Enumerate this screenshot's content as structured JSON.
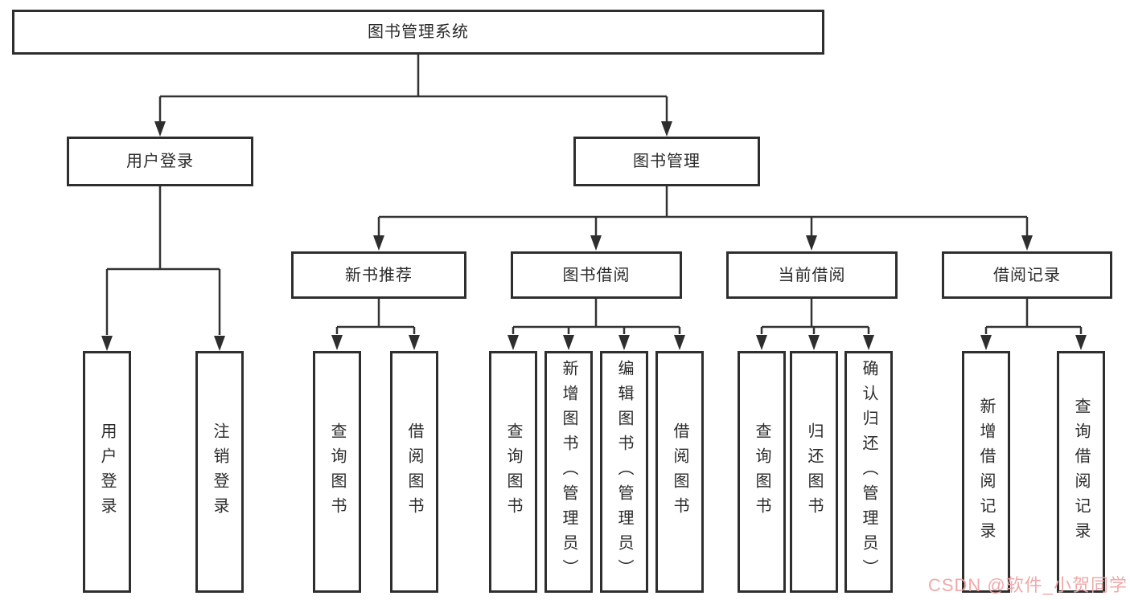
{
  "diagram": {
    "title": "图书管理系统",
    "nodes": {
      "root": "图书管理系统",
      "l2": [
        "用户登录",
        "图书管理"
      ],
      "l3": [
        "新书推荐",
        "图书借阅",
        "当前借阅",
        "借阅记录"
      ],
      "l4": {
        "g1": [
          "用户登录",
          "注销登录"
        ],
        "g2": [
          "查询图书",
          "借阅图书"
        ],
        "g3": [
          "查询图书",
          "新增图书（管理员）",
          "编辑图书（管理员）",
          "借阅图书"
        ],
        "g4": [
          "查询图书",
          "归还图书",
          "确认归还（管理员）"
        ],
        "g5": [
          "新增借阅记录",
          "查询借阅记录"
        ]
      }
    },
    "colors": {
      "background": "#ffffff",
      "box_border": "#2e2e2e",
      "connector_line": "#333333",
      "text": "#2b2b2b",
      "watermark": "#f1a4a4"
    }
  },
  "watermark": {
    "text": "CSDN @软件_小贺同学"
  }
}
